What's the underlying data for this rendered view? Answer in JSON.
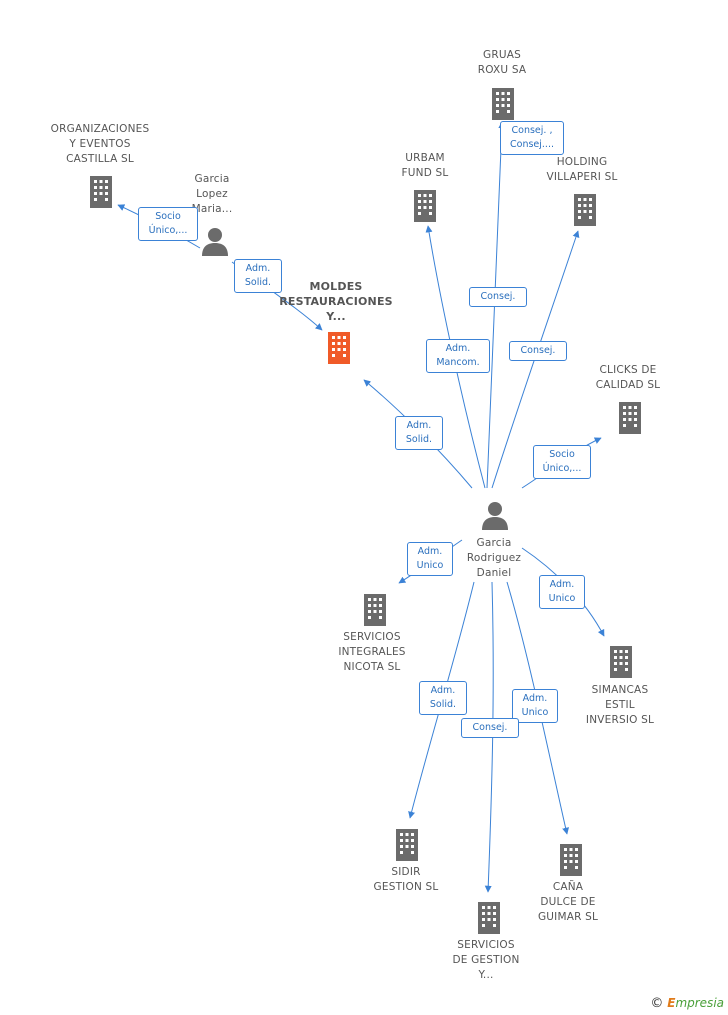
{
  "nodes": {
    "gruas": {
      "label": "GRUAS\nROXU SA"
    },
    "org_eventos": {
      "label": "ORGANIZACIONES\nY EVENTOS\nCASTILLA SL"
    },
    "urbam": {
      "label": "URBAM\nFUND  SL"
    },
    "holding": {
      "label": "HOLDING\nVILLAPERI  SL"
    },
    "garcia_lopez": {
      "label": "Garcia\nLopez\nMaria..."
    },
    "moldes": {
      "label": "MOLDES\nRESTAURACIONES\nY..."
    },
    "clicks": {
      "label": "CLICKS DE\nCALIDAD  SL"
    },
    "garcia_rodriguez": {
      "label": "Garcia\nRodriguez\nDaniel"
    },
    "servicios_nicota": {
      "label": "SERVICIOS\nINTEGRALES\nNICOTA SL"
    },
    "simancas": {
      "label": "SIMANCAS\nESTIL\nINVERSIO SL"
    },
    "sidir": {
      "label": "SIDIR\nGESTION SL"
    },
    "servicios_gestion": {
      "label": "SERVICIOS\nDE GESTION\nY..."
    },
    "cana": {
      "label": "CAÑA\nDULCE DE\nGUIMAR SL"
    }
  },
  "edge_labels": {
    "gruas": "Consej. ,\nConsej....",
    "socio_unico_org": "Socio\nÚnico,...",
    "adm_solid_moldes_lopez": "Adm.\nSolid.",
    "consej_urbam": "Consej.",
    "adm_mancom": "Adm.\nMancom.",
    "consej_holding": "Consej.",
    "adm_solid_moldes": "Adm.\nSolid.",
    "socio_unico_clicks": "Socio\nÚnico,...",
    "adm_unico_nicota": "Adm.\nUnico",
    "adm_unico_simancas": "Adm.\nUnico",
    "adm_solid_sidir": "Adm.\nSolid.",
    "adm_unico_cana": "Adm.\nUnico",
    "consej_servicios": "Consej."
  },
  "colors": {
    "edge": "#3b82d6",
    "building": "#6b6b6b",
    "building_highlight": "#f05a28",
    "person": "#6b6b6b"
  },
  "footer": {
    "copyright": "©",
    "brand_e": "E",
    "brand_rest": "mpresia"
  }
}
